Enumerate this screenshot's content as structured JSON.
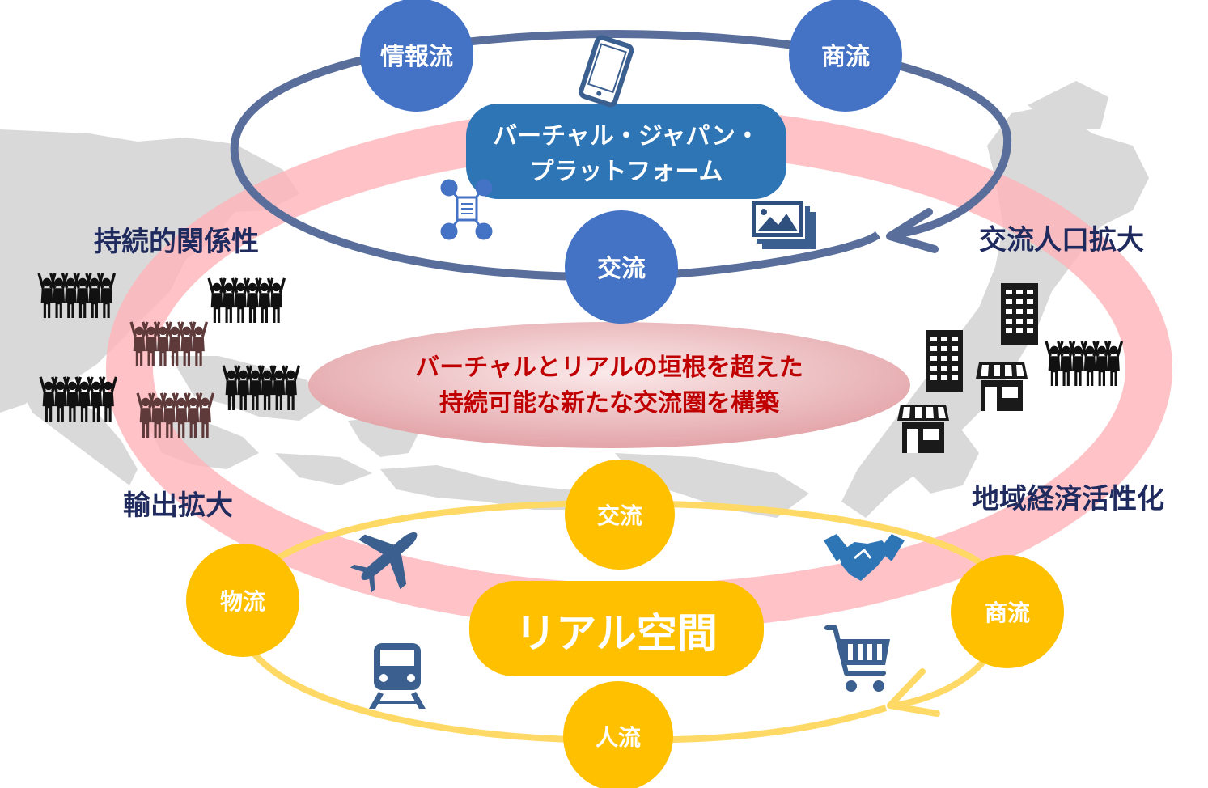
{
  "virtual": {
    "top_left_node": "情報流",
    "top_right_node": "商流",
    "bottom_node": "交流",
    "platform_line1": "バーチャル・ジャパン・",
    "platform_line2": "プラットフォーム",
    "node_color": "#4472C4",
    "ring_color": "#5A6E9C",
    "platform_color": "#2E75B6"
  },
  "real": {
    "top_node": "交流",
    "left_node": "物流",
    "right_node": "商流",
    "bottom_node": "人流",
    "label": "リアル空間",
    "node_color": "#FFC000",
    "ring_color": "#FFD966"
  },
  "center": {
    "line1": "バーチャルとリアルの垣根を超えた",
    "line2": "持続可能な新たな交流圏を構築",
    "text_color": "#C00000",
    "ring_color": "#FFB3B8"
  },
  "labels": {
    "sustainable": "持続的関係性",
    "export": "輸出拡大",
    "population": "交流人口拡大",
    "regional": "地域経済活性化",
    "color": "#1F2A5E"
  },
  "icons": {
    "smartphone": "smartphone-icon",
    "network": "network-icon",
    "images": "image-gallery-icon",
    "airplane": "airplane-icon",
    "train": "train-icon",
    "handshake": "handshake-icon",
    "cart": "shopping-cart-icon",
    "people": "people-group-icon",
    "building": "building-icon",
    "shop": "shop-icon"
  }
}
